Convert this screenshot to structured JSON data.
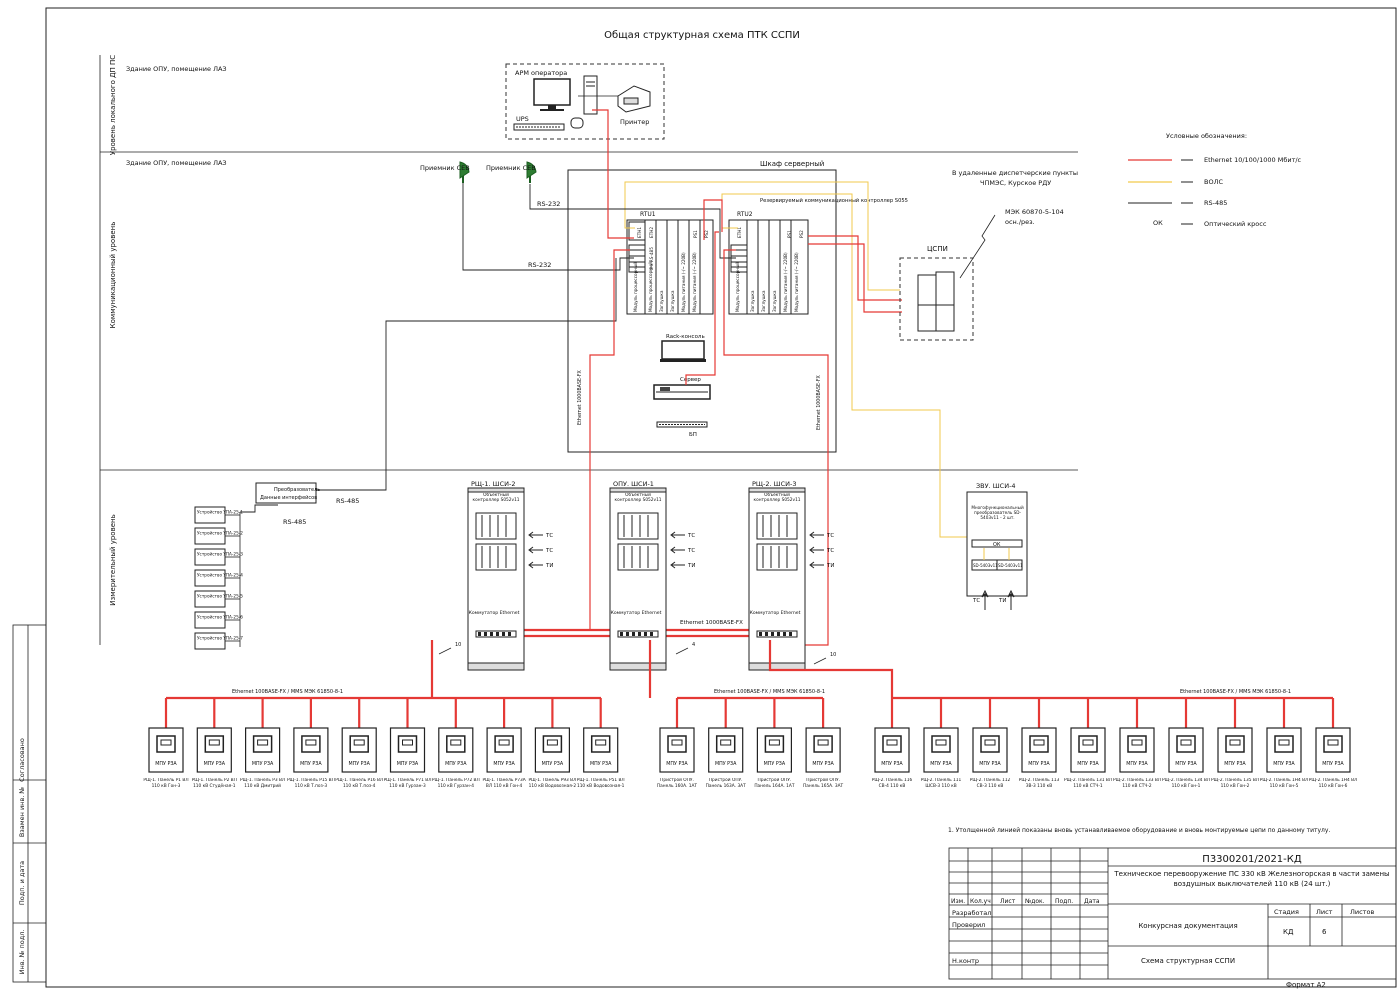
{
  "title": "Общая структурная схема ПТК ССПИ",
  "levels": [
    {
      "name": "Уровень локального ДП ПС",
      "building": "Здание ОПУ, помещение ЛАЗ"
    },
    {
      "name": "Коммуникационный уровень",
      "building": "Здание ОПУ, помещение ЛАЗ"
    },
    {
      "name": "Измерительный уровень"
    }
  ],
  "arm": {
    "title": "АРМ оператора",
    "ups": "UPS",
    "printer": "Принтер"
  },
  "receivers": [
    {
      "label": "Приемник СЕВ"
    },
    {
      "label": "Приемник СЕВ"
    }
  ],
  "rs232": [
    "RS-232",
    "RS-232"
  ],
  "server_cabinet": {
    "title": "Шкаф серверный",
    "rtu1": {
      "label": "RTU1",
      "modules": [
        "8 x RS-485",
        "Модуль процессорный",
        "Модуль процессорный",
        "Заглушка",
        "Заглушка",
        "Модуль питания (-/~ 220В)",
        "Модуль питания (-/~ 220В)"
      ],
      "ports": [
        "ETH1",
        "ETH2",
        "PS1",
        "PS2"
      ]
    },
    "rtu2": {
      "label": "RTU2",
      "title": "Резервируемый коммуникационный контроллер S055",
      "modules": [
        "Модуль процессорный",
        "Заглушка",
        "Заглушка",
        "Заглушка",
        "Модуль питания (-/~ 220В)",
        "Модуль питания (-/~ 220В)"
      ],
      "ports": [
        "ETH1",
        "PS1",
        "PS2"
      ]
    },
    "rack_console": "Rack-консоль",
    "server": "Сервер",
    "bp": "БП",
    "eth_left": "Ethernet 1000BASE-FX",
    "eth_right": "Ethernet 1000BASE-FX"
  },
  "remote": {
    "text1": "В удаленные диспетчерские пункты",
    "text2": "ЧПМЭС, Курское РДУ",
    "protocol1": "МЭК 60870-5-104",
    "protocol2": "осн./рез."
  },
  "cspi": "ЦСПИ",
  "legend": {
    "title": "Условные обозначения:",
    "items": [
      {
        "label": "Ethernet 10/100/1000 Мбит/с",
        "color": "#e53935"
      },
      {
        "label": "ВОЛС",
        "color": "#f2c94c"
      },
      {
        "label": "RS-485",
        "color": "#222222"
      },
      {
        "label": "Оптический кросс",
        "symbol": "ОК"
      }
    ]
  },
  "converter": {
    "title": "Преобразователь",
    "subtitle": "Данные интерфейсов",
    "rs485": "RS-485"
  },
  "devices": [
    "Устройство УПА-25-1",
    "Устройство УПА-25-2",
    "Устройство УПА-25-3",
    "Устройство УПА-25-4",
    "Устройство УПА-25-5",
    "Устройство УПА-25-6",
    "Устройство УПА-25-7"
  ],
  "cabinets": [
    {
      "title": "РЩ-1. ШСИ-2",
      "controller": "Объектный контроллер S052v11",
      "switch": "Коммутатор Ethernet",
      "signals": [
        "ТС",
        "ТС",
        "ТИ"
      ],
      "fiber": "10"
    },
    {
      "title": "ОПУ. ШСИ-1",
      "controller": "Объектный контроллер S052v11",
      "switch": "Коммутатор Ethernet",
      "signals": [
        "ТС",
        "ТС",
        "ТИ"
      ],
      "fiber": "4"
    },
    {
      "title": "РЩ-2. ШСИ-3",
      "controller": "Объектный контроллер S052v11",
      "switch": "Коммутатор Ethernet",
      "signals": [
        "ТС",
        "ТС",
        "ТИ"
      ],
      "fiber": "10"
    }
  ],
  "eth_1000": "Ethernet 1000BASE-FX",
  "zvu": {
    "title": "ЗВУ. ШСИ-4",
    "converter": "Многофункциональный преобразователь SD-5403v11 - 2 шт.",
    "ok": "ОК",
    "units": [
      "SD-5403v11",
      "SD-5403v11"
    ],
    "signals": [
      "ТС",
      "ТИ"
    ]
  },
  "bus_label": "Ethernet 100BASE-FX / ММS МЭК 61850-8-1",
  "mp_label": "МПУ РЗА",
  "group1": [
    "РЩ-1. Панель Р1 ВЛ 110 кВ Гон-3",
    "РЩ-1. Панель Р2 ВЛ 110 кВ Студёная-1",
    "РЩ-1. Панель Р3 ВЛ 110 кВ Дмитрий",
    "РЩ-1. Панель Р15 ВЛ 110 кВ Т.поз-3",
    "РЩ-1. Панель Р16 ВЛ 110 кВ Т.поз-4",
    "РЩ-1. Панель Р71 ВЛ 110 кВ Гурзан-3",
    "РЩ-1. Панель Р72 ВЛ 110 кВ Гурзан-4",
    "РЩ-1. Панель Р73А ВЛ 110 кВ Гон-4",
    "РЩ-1. Панель Р93 ВЛ 110 кВ Водовозная-2",
    "РЩ-1. Панель Р51 ВЛ 110 кВ Водовозная-1"
  ],
  "group2": [
    "Пристрой ОПУ. Панель 160А. 1АТ",
    "Пристрой ОПУ. Панель 163А. 3АТ",
    "Пристрой ОПУ. Панель 164А. 1АТ",
    "Пристрой ОПУ. Панель 165А. 3АТ"
  ],
  "group3": [
    "РЩ-2. Панель 116 СВ-4 110 кВ",
    "РЩ-2. Панель 111 ШСВ-3 110 кВ",
    "РЩ-2. Панель 112 СВ-3 110 кВ",
    "РЩ-2. Панель 113 ЗВ-3 110 кВ",
    "РЩ-2. Панель 131 ВЛ 110 кВ СТЧ-1",
    "РЩ-2. Панель 133 ВЛ 110 кВ СТЧ-2",
    "РЩ-2. Панель 134 ВЛ 110 кВ Гон-1",
    "РЩ-2. Панель 135 ВЛ 110 кВ Гон-2",
    "РЩ-2. Панель 1Н4 ВЛ 110 кВ Гон-5",
    "РЩ-2. Панель 1Н4 ВЛ 110 кВ Гон-6"
  ],
  "note": "1. Утолщенной линией показаны вновь устанавливаемое оборудование и вновь монтируемые цепи по данному титулу.",
  "stamp": {
    "code": "П3300201/2021-КД",
    "project": "Техническое перевооружение ПС 330 кВ Железногорская в части замены воздушных выключателей 110 кВ (24 шт.)",
    "doc_type": "Конкурсная документация",
    "sheet_title": "Схема структурная ССПИ",
    "headers": [
      "Изм.",
      "Кол.уч",
      "Лист",
      "№док.",
      "Подп.",
      "Дата"
    ],
    "roles": [
      "Разработал",
      "Проверил",
      "Н.контр"
    ],
    "stage_label": "Стадия",
    "sheet_label": "Лист",
    "sheets_label": "Листов",
    "stage": "КД",
    "sheet": "6",
    "format": "Формат А2"
  },
  "side_stamp": [
    "Согласовано",
    "Взамен инв. №",
    "Подп. и дата",
    "Инв. № подл."
  ]
}
